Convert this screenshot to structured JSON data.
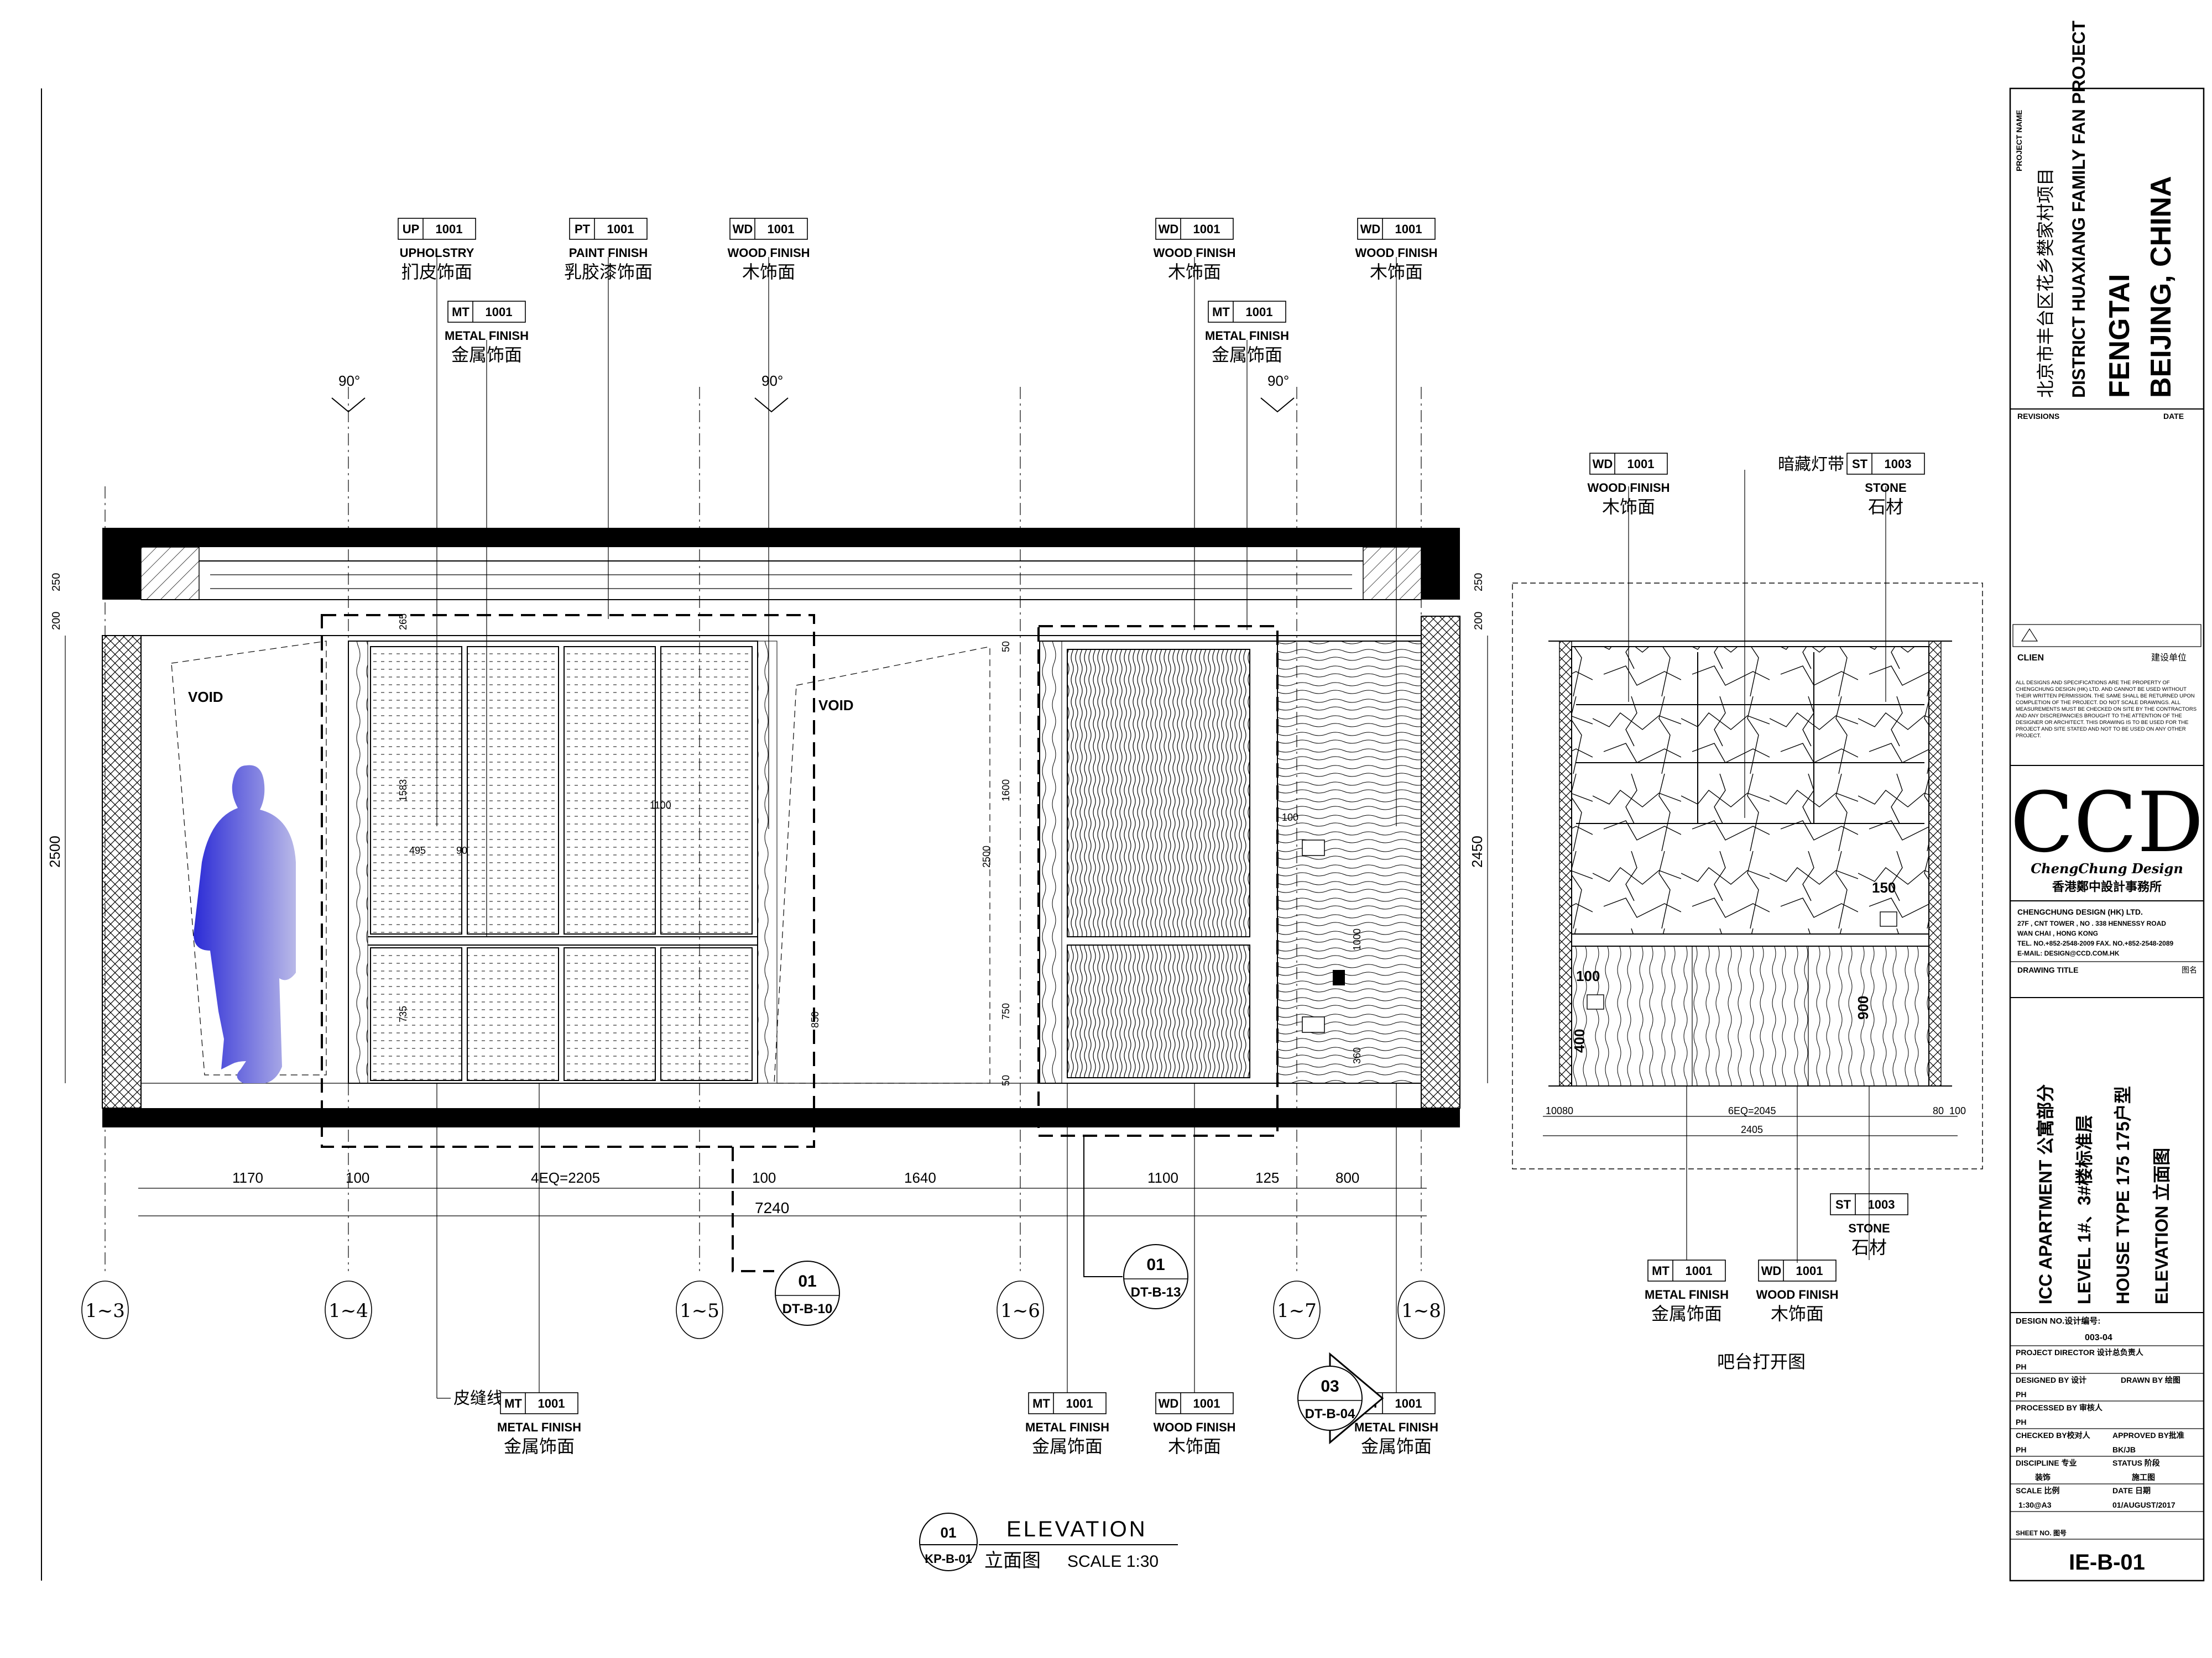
{
  "finish_tags": [
    {
      "id": "tag-up1001",
      "code": "UP",
      "num": "1001",
      "en": "UPHOLSTRY",
      "cn": "扪皮饰面"
    },
    {
      "id": "tag-pt1001",
      "code": "PT",
      "num": "1001",
      "en": "PAINT FINISH",
      "cn": "乳胶漆饰面"
    },
    {
      "id": "tag-wd1001-a",
      "code": "WD",
      "num": "1001",
      "en": "WOOD FINISH",
      "cn": "木饰面"
    },
    {
      "id": "tag-mt1001-a",
      "code": "MT",
      "num": "1001",
      "en": "METAL FINISH",
      "cn": "金属饰面"
    },
    {
      "id": "tag-wd1001-b",
      "code": "WD",
      "num": "1001",
      "en": "WOOD FINISH",
      "cn": "木饰面"
    },
    {
      "id": "tag-mt1001-b",
      "code": "MT",
      "num": "1001",
      "en": "METAL FINISH",
      "cn": "金属饰面"
    },
    {
      "id": "tag-wd1001-c",
      "code": "WD",
      "num": "1001",
      "en": "WOOD FINISH",
      "cn": "木饰面"
    },
    {
      "id": "tag-mt1001-c",
      "code": "MT",
      "num": "1001",
      "en": "METAL FINISH",
      "cn": "金属饰面"
    },
    {
      "id": "tag-mt1001-d",
      "code": "MT",
      "num": "1001",
      "en": "METAL FINISH",
      "cn": "金属饰面"
    },
    {
      "id": "tag-wd1001-d",
      "code": "WD",
      "num": "1001",
      "en": "WOOD FINISH",
      "cn": "木饰面"
    },
    {
      "id": "tag-mt1001-e",
      "code": "MT",
      "num": "1001",
      "en": "METAL FINISH",
      "cn": "金属饰面"
    },
    {
      "id": "tag-wd1001-e",
      "code": "WD",
      "num": "1001",
      "en": "WOOD FINISH",
      "cn": "木饰面"
    },
    {
      "id": "tag-st1003-a",
      "code": "ST",
      "num": "1003",
      "en": "STONE",
      "cn": "石材"
    },
    {
      "id": "tag-st1003-b",
      "code": "ST",
      "num": "1003",
      "en": "STONE",
      "cn": "石材"
    },
    {
      "id": "tag-mt1001-f",
      "code": "MT",
      "num": "1001",
      "en": "METAL FINISH",
      "cn": "金属饰面"
    },
    {
      "id": "tag-wd1001-f",
      "code": "WD",
      "num": "1001",
      "en": "WOOD FINISH",
      "cn": "木饰面"
    }
  ],
  "notes": {
    "leather_seam": "皮缝线",
    "hidden_light": "暗藏灯带",
    "void": "VOID",
    "angle": "90°",
    "bar_open": "吧台打开图"
  },
  "main_dims": {
    "d1170": "1170",
    "d100a": "100",
    "d4eq": "4EQ=2205",
    "d100b": "100",
    "d1640": "1640",
    "d1100": "1100",
    "d125": "125",
    "d800": "800",
    "total": "7240",
    "h2500": "2500",
    "h2450": "2450",
    "h250l": "250",
    "h200l": "200",
    "h250r": "250",
    "h200r": "200"
  },
  "inner_dims": {
    "a": "265",
    "b": "1583",
    "c": "1100",
    "d": "495",
    "e": "90",
    "f": "735",
    "g": "850",
    "h": "1600",
    "i": "2500",
    "j": "750",
    "k": "50",
    "l": "100",
    "m": "1000",
    "n": "360",
    "o": "50"
  },
  "bar_dims": {
    "w100a": "100",
    "w80a": "80",
    "w6eq": "6EQ=2045",
    "w80b": "80",
    "w100b": "100",
    "total": "2405",
    "d150": "150",
    "d100": "100",
    "d400": "400",
    "d900": "900"
  },
  "grid_bubbles": [
    "1~3",
    "1~4",
    "1~5",
    "1~6",
    "1~7",
    "1~8"
  ],
  "section_refs": [
    {
      "id": "ref-dt-b-10",
      "num": "01",
      "code": "DT-B-10"
    },
    {
      "id": "ref-dt-b-13",
      "num": "01",
      "code": "DT-B-13"
    },
    {
      "id": "ref-dt-b-04",
      "num": "03",
      "code": "DT-B-04"
    }
  ],
  "title_block_drawing": {
    "num": "01",
    "code": "KP-B-01",
    "title": "ELEVATION",
    "cn": "立面图",
    "scale": "SCALE  1:30"
  },
  "title_block": {
    "project_name_label": "PROJECT NAME",
    "project_cn": "北京市丰台区花乡樊家村项目",
    "project_en": "DISTRICT HUAXIANG  FAMILY FAN PROJECT",
    "city": "FENGTAI",
    "country": "BEIJING, CHINA",
    "revisions": "REVISIONS",
    "date": "DATE",
    "client": "CLIEN",
    "client_cn": "建设单位",
    "disclaimer": "ALL DESIGNS AND SPECIFICATIONS ARE THE PROPERTY OF CHENGCHUNG DESIGN (HK) LTD. AND CANNOT BE USED WITHOUT THEIR WRITTEN PERMISSION. THE SAME SHALL BE RETURNED UPON COMPLETION OF THE PROJECT. DO NOT SCALE DRAWINGS. ALL MEASUREMENTS MUST BE CHECKED ON SITE BY THE CONTRACTORS AND ANY DISCREPANCIES BROUGHT TO THE ATTENTION OF THE DESIGNER OR ARCHITECT. THIS DRAWING IS TO BE USED FOR THE PROJECT AND SITE STATED AND NOT TO BE USED ON ANY OTHER PROJECT.",
    "logo": "CCD",
    "logo_sub": "ChengChung Design",
    "logo_cn": "香港鄭中設計事務所",
    "company": "CHENGCHUNG DESIGN (HK) LTD.",
    "addr1": "27F , CNT TOWER , NO . 338 HENNESSY ROAD",
    "addr2": "WAN CHAI , HONG KONG",
    "tel": "TEL. NO.+852-2548-2009   FAX. NO.+852-2548-2089",
    "email": "E-MAIL: DESIGN@CCD.COM.HK",
    "drawing_title": "DRAWING TITLE",
    "drawing_title_cn": "图名",
    "t1": "ICC APARTMENT  公寓部分",
    "t2": "LEVEL  1#、3#楼标准层",
    "t3": "HOUSE TYPE 175  175户型",
    "t4": "ELEVATION   立面图",
    "design_no_label": "DESIGN NO.设计编号:",
    "design_no": "003-04",
    "director_label": "PROJECT DIRECTOR  设计总负责人",
    "director": "PH",
    "designed_label": "DESIGNED BY 设计",
    "drawn_label": "DRAWN BY 绘图",
    "designed": "PH",
    "drawn": "",
    "processed_label": "PROCESSED BY 审核人",
    "processed": "PH",
    "checked_label": "CHECKED BY校对人",
    "approved_label": "APPROVED BY批准",
    "checked": "PH",
    "approved": "BK/JB",
    "discipline_label": "DISCIPLINE 专业",
    "status_label": "STATUS  阶段",
    "discipline": "装饰",
    "status": "施工图",
    "scale_label": "SCALE  比例",
    "date_label": "DATE   日期",
    "scale": "1:30@A3",
    "date_val": "01/AUGUST/2017",
    "sheet_label": "SHEET NO.   图号",
    "sheet_no": "IE-B-01"
  },
  "colors": {
    "figure_top": "#2b2bd6",
    "figure_bottom": "#b9b9e8"
  }
}
